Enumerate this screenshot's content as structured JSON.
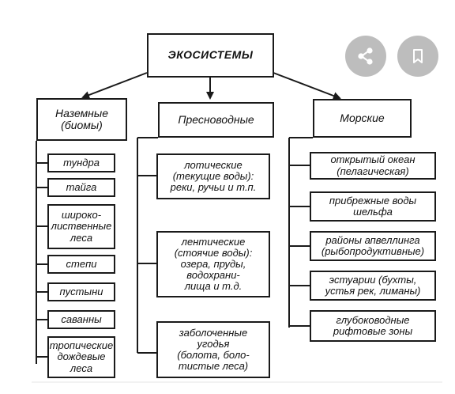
{
  "title": "ЭКОСИСТЕМЫ",
  "columns": [
    {
      "label": "Наземные\n(биомы)",
      "items": [
        "тундра",
        "тайга",
        "широко-\nлиственные\nлеса",
        "степи",
        "пустыни",
        "саванны",
        "тропические\nдождевые\nлеса"
      ]
    },
    {
      "label": "Пресноводные",
      "items": [
        "лотические\n(текущие воды):\nреки, ручьи и т.п.",
        "лентические\n(стоячие воды):\nозера, пруды,\nводохрани-\nлища и т.д.",
        "заболоченные\nугодья\n(болота, боло-\nтистые леса)"
      ]
    },
    {
      "label": "Морские",
      "items": [
        "открытый океан\n(пелагическая)",
        "прибрежные воды\nшельфа",
        "районы апвеллинга\n(рыбопродуктивные)",
        "эстуарии (бухты,\nустья рек, лиманы)",
        "глубоководные\nрифтовые зоны"
      ]
    }
  ],
  "actions": {
    "share_icon": "share-icon",
    "bookmark_icon": "bookmark-icon"
  }
}
